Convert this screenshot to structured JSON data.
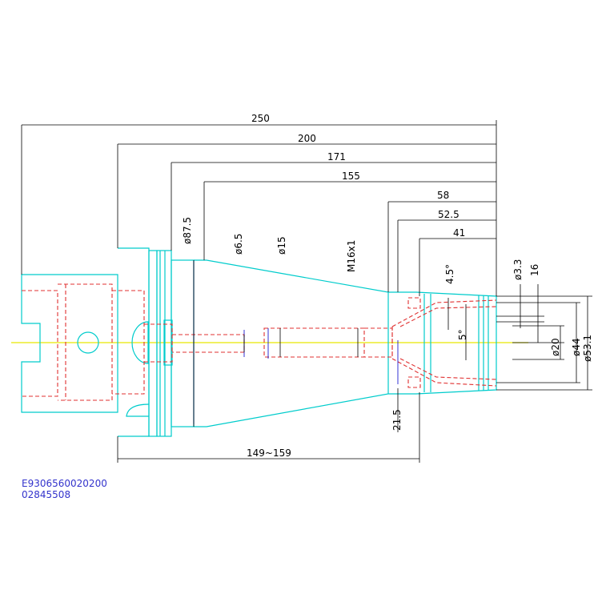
{
  "dimensions": {
    "d250": "250",
    "d200": "200",
    "d171": "171",
    "d155": "155",
    "d58": "58",
    "d52_5": "52.5",
    "d41": "41",
    "dia87_5": "ø87.5",
    "dia6_5": "ø6.5",
    "dia15": "ø15",
    "thread": "M16x1",
    "angle4_5": "4.5°",
    "angle5": "5°",
    "dia3_3": "ø3.3",
    "d16": "16",
    "dia20": "ø20",
    "dia44": "ø44",
    "dia53_1": "ø53.1",
    "d21_5": "21.5",
    "range149_159": "149~159"
  },
  "part_numbers": {
    "line1": "E9306560020200",
    "line2": "02845508"
  },
  "colors": {
    "object_line": "#00cccc",
    "hidden_line": "#e03030",
    "center_line": "#e6e600",
    "dimension_line": "#000000",
    "text_blue": "#3333cc"
  }
}
